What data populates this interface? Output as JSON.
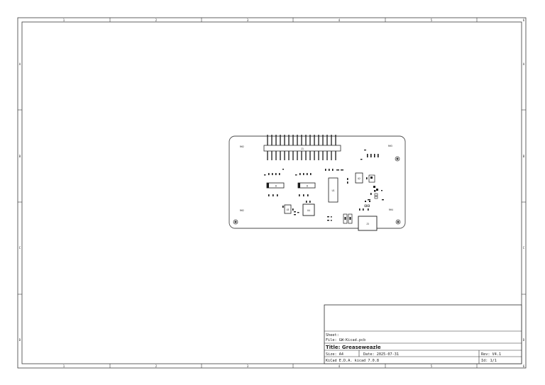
{
  "sheet": {
    "zone_columns": [
      "1",
      "2",
      "3",
      "4",
      "5",
      "6"
    ],
    "zone_rows": [
      "A",
      "B",
      "C",
      "D"
    ]
  },
  "title_block": {
    "sheet_label": "Sheet:",
    "file_label": "File: GW-Kicad.pcb",
    "title_label": "Title: Greaseweazle",
    "size_label": "Size: A4",
    "date_label": "Date: 2025-07-31",
    "rev_label": "Rev: V4.1",
    "tool_label": "KiCad E.D.A.  kicad 7.0.8",
    "id_label": "Id: 1/1"
  },
  "pcb": {
    "corner_labels": [
      "RH2",
      "RH3",
      "RH2",
      "RH4"
    ],
    "components": {
      "header": "J1",
      "d1": "D",
      "d2": "D",
      "u1": "U1",
      "u2": "U2",
      "u3": "U3",
      "u4": "U4",
      "j3": "J3"
    }
  }
}
